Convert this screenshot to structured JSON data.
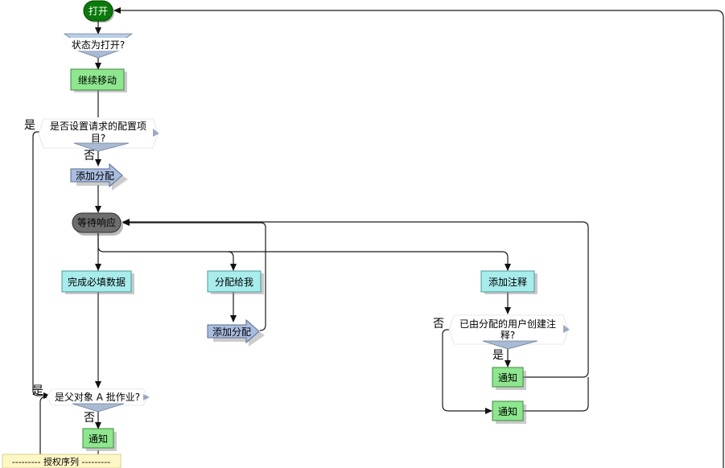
{
  "nodes": {
    "open": "打开",
    "status_open": "状态为打开?",
    "continue_move": "继续移动",
    "config_q_line1": "是否设置请求的配置项",
    "config_q_line2": "目?",
    "add_assign_1": "添加分配",
    "wait_response": "等待响应",
    "complete_data": "完成必填数据",
    "assign_to_me": "分配给我",
    "add_note": "添加注释",
    "add_assign_2": "添加分配",
    "assignee_q_line1": "已由分配的用户创建注",
    "assignee_q_line2": "释?",
    "notify_1": "通知",
    "notify_2": "通知",
    "parent_q": "是父对象 A 批作业?",
    "notify_3": "通知",
    "auth_sequence": "--------- 授权序列 ---------"
  },
  "edge_labels": {
    "config_yes": "是",
    "config_no": "否",
    "assignee_no": "否",
    "assignee_yes": "是",
    "parent_yes": "是",
    "parent_no": "否"
  },
  "colors": {
    "start_green": "#0a7a0a",
    "process_green": "#8ee68e",
    "process_cyan": "#a8ecec",
    "decision_blue": "#b8cde6",
    "arrow_blue": "#a9bde0",
    "wait_gray": "#6e6e6e",
    "auth_yellow": "#fdf7c6"
  }
}
